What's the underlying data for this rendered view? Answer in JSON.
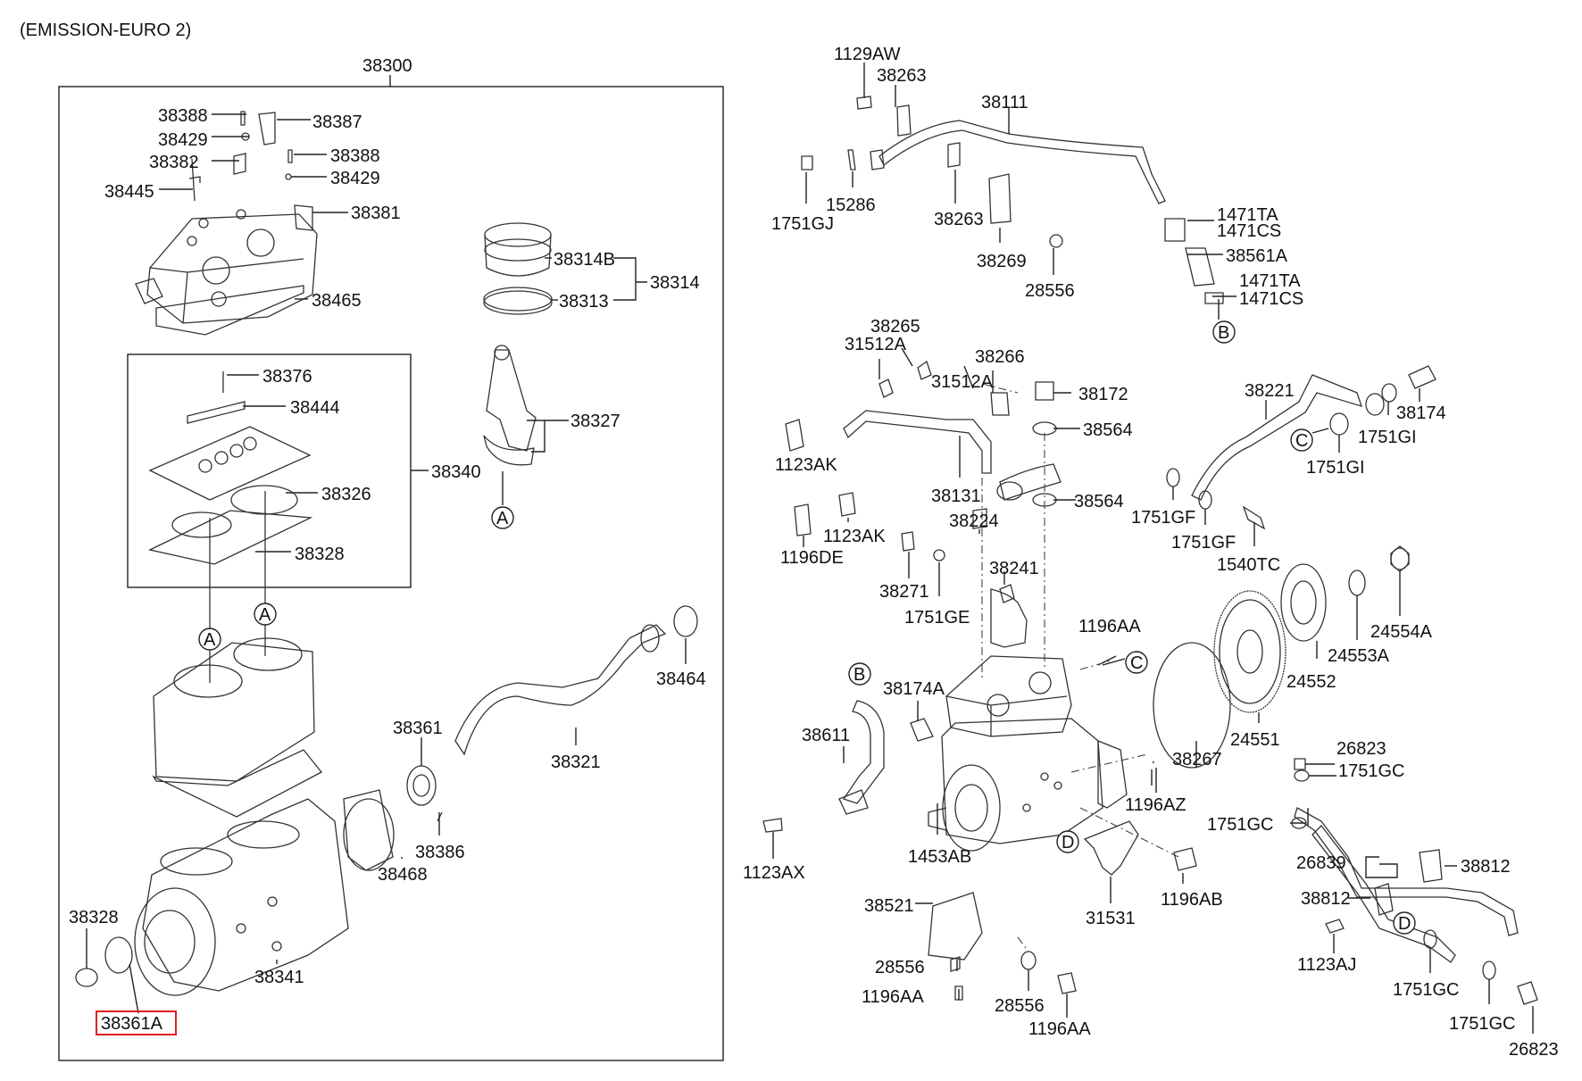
{
  "diagram": {
    "title": "(EMISSION-EURO 2)",
    "highlight_color": "#e0201e",
    "highlighted_part": "38361A",
    "labels": {
      "l38300": "38300",
      "l38388a": "38388",
      "l38387": "38387",
      "l38429a": "38429",
      "l38382": "38382",
      "l38388b": "38388",
      "l38429b": "38429",
      "l38445": "38445",
      "l38381": "38381",
      "l38465": "38465",
      "l38314B": "38314B",
      "l38314": "38314",
      "l38313": "38313",
      "l38327": "38327",
      "l38376": "38376",
      "l38444": "38444",
      "l38340": "38340",
      "l38326": "38326",
      "l38328a": "38328",
      "l38464": "38464",
      "l38361": "38361",
      "l38321": "38321",
      "l38386": "38386",
      "l38468": "38468",
      "l38328b": "38328",
      "l38341": "38341",
      "l38361A": "38361A",
      "l1129AW": "1129AW",
      "l38263a": "38263",
      "l38111": "38111",
      "l1751GJ": "1751GJ",
      "l15286": "15286",
      "l38263b": "38263",
      "l1471TAa": "1471TA",
      "l1471CSa": "1471CS",
      "l38561A": "38561A",
      "l38269": "38269",
      "l28556a": "28556",
      "l1471TAb": "1471TA",
      "l1471CSb": "1471CS",
      "l38265": "38265",
      "l31512Aa": "31512A",
      "l38266": "38266",
      "l31512Ab": "31512A",
      "l38172": "38172",
      "l38221": "38221",
      "l38174": "38174",
      "l38564a": "38564",
      "l1123AKa": "1123AK",
      "l1751GIa": "1751GI",
      "l1751GIb": "1751GI",
      "l38131": "38131",
      "l38564b": "38564",
      "l1751GFa": "1751GF",
      "l38224": "38224",
      "l1123AKb": "1123AK",
      "l1751GFb": "1751GF",
      "l1196DE": "1196DE",
      "l1540TC": "1540TC",
      "l38241": "38241",
      "l38271": "38271",
      "l1751GE": "1751GE",
      "l24554A": "24554A",
      "l1196AAa": "1196AA",
      "l24553A": "24553A",
      "l38174A": "38174A",
      "l24552": "24552",
      "l38611": "38611",
      "l24551": "24551",
      "l38267": "38267",
      "l26823a": "26823",
      "l1751GCa": "1751GC",
      "l1196AZ": "1196AZ",
      "l1751GCb": "1751GC",
      "l1453AB": "1453AB",
      "l1123AX": "1123AX",
      "l26839": "26839",
      "l38812a": "38812",
      "l1196AB": "1196AB",
      "l38521": "38521",
      "l31531": "31531",
      "l38812b": "38812",
      "l28556b": "28556",
      "l1123AJ": "1123AJ",
      "l1196AAb": "1196AA",
      "l28556c": "28556",
      "l1751GCc": "1751GC",
      "l1196AAc": "1196AA",
      "l1751GCd": "1751GC",
      "l26823b": "26823"
    },
    "refs": {
      "A": "A",
      "B": "B",
      "C": "C",
      "D": "D"
    }
  }
}
